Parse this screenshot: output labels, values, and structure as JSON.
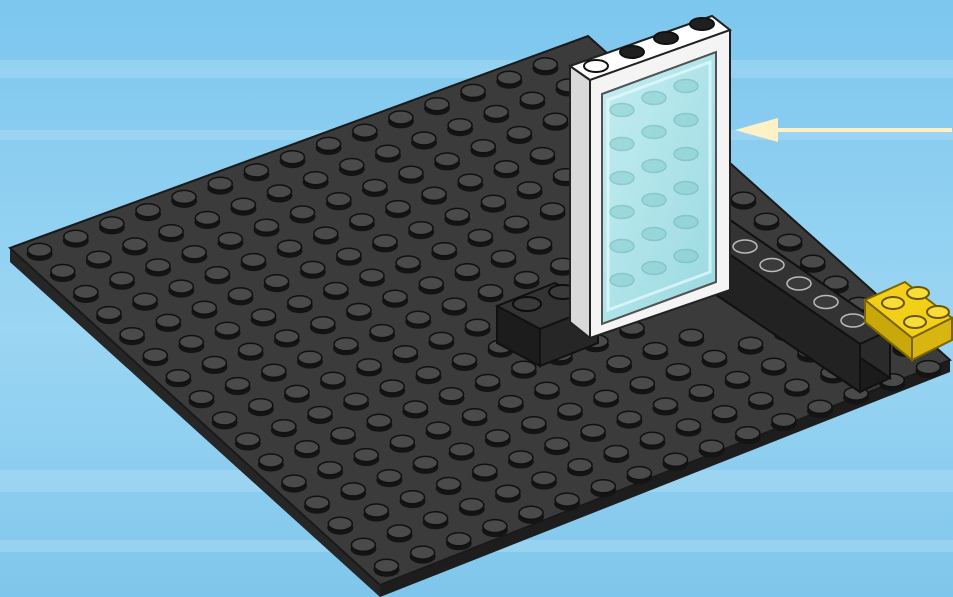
{
  "instruction_step": {
    "background_color": "#8fd0f0",
    "baseplate_color": "#3c3c3c",
    "stud_color": "#2e2e2e",
    "stud_highlight_color": "#6a6a6a",
    "brick_color": "#262626",
    "window_frame_color": "#ffffff",
    "glass_color": "#a8e4ea",
    "yellow_plate_color": "#f0cc16",
    "arrow_color": "#fff1c6",
    "parts": [
      "baseplate",
      "black-brick-1x2",
      "window-frame-1x4x6",
      "black-brick-1x6",
      "yellow-plate-2x2"
    ],
    "callout": "arrow-pointing-to-window"
  }
}
